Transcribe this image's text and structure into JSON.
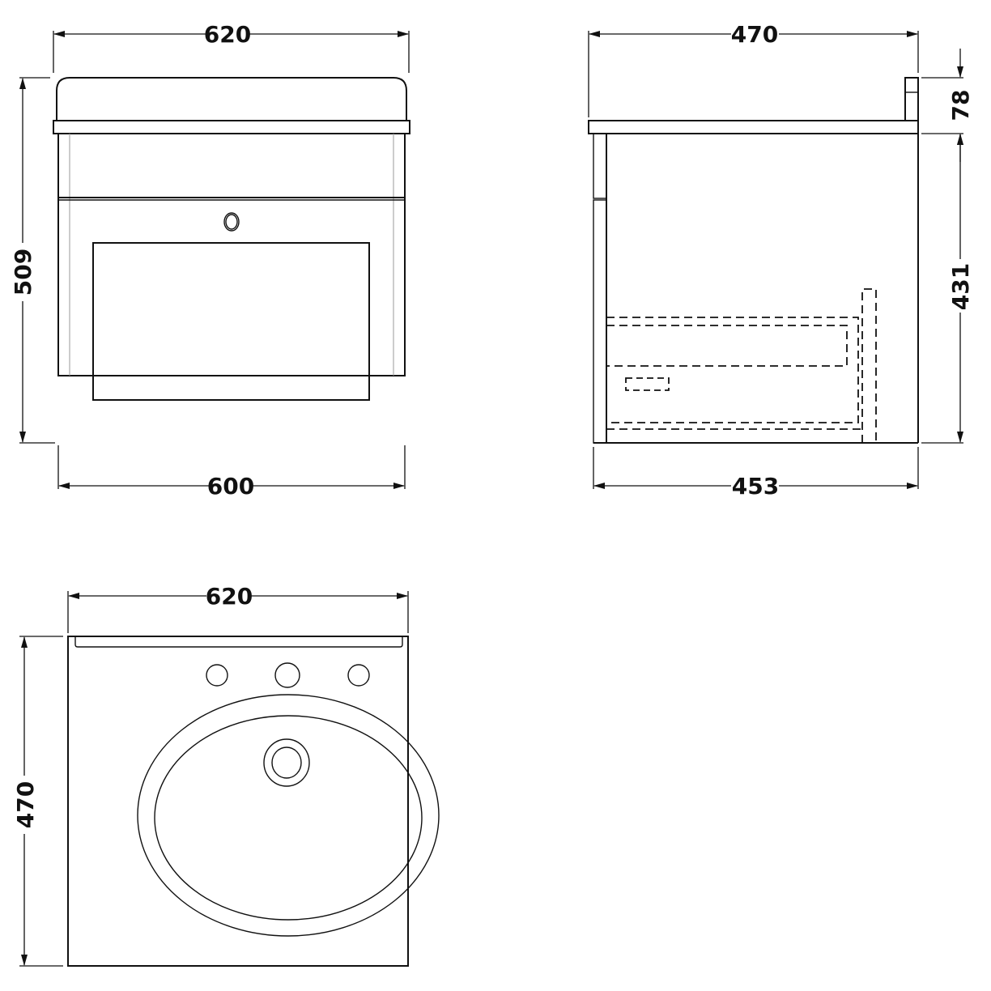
{
  "drawing": {
    "front_view": {
      "top_width_label": "620",
      "bottom_width_label": "600",
      "height_label": "509"
    },
    "side_view": {
      "depth_top_label": "470",
      "depth_bottom_label": "453",
      "upstand_height_label": "78",
      "cabinet_height_label": "431"
    },
    "plan_view": {
      "width_label": "620",
      "depth_label": "470",
      "tap_holes": 3
    },
    "colors": {
      "line": "#111111",
      "background": "#ffffff",
      "guide": "#999999"
    }
  }
}
